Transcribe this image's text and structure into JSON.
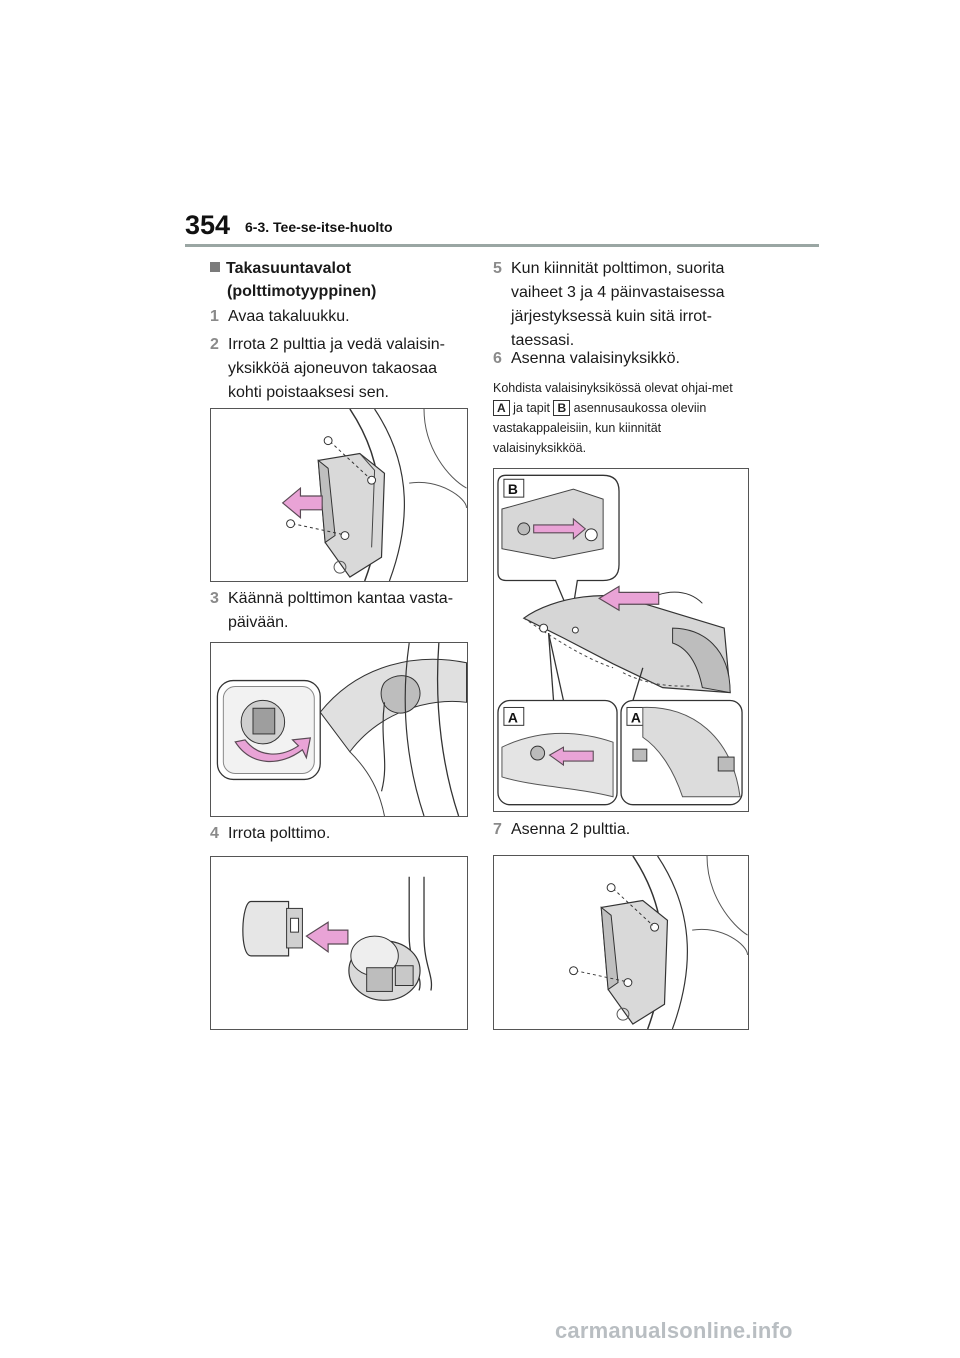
{
  "header": {
    "page_number": "354",
    "chapter": "6-3. Tee-se-itse-huolto"
  },
  "section": {
    "line1": "Takasuuntavalot",
    "line2": "(polttimotyyppinen)"
  },
  "steps": [
    {
      "num": "1",
      "text": "Avaa takaluukku."
    },
    {
      "num": "2",
      "text": "Irrota 2 pulttia ja vedä valaisin-yksikköä ajoneuvon takaosaa kohti poistaaksesi sen."
    },
    {
      "num": "3",
      "text": "Käännä polttimon kantaa vasta-päivään."
    },
    {
      "num": "4",
      "text": "Irrota polttimo."
    },
    {
      "num": "5",
      "text": "Kun kiinnität polttimon, suorita vaiheet 3 ja 4 päinvastaisessa järjestyksessä kuin sitä irrot-taessasi."
    },
    {
      "num": "6",
      "text": "Asenna valaisinyksikkö."
    },
    {
      "num": "7",
      "text": "Asenna 2 pulttia."
    }
  ],
  "note": {
    "part1": "Kohdista valaisinyksikössä olevat ohjai-met",
    "label_a": "A",
    "part2": "ja tapit",
    "label_b": "B",
    "part3": "asennusaukossa oleviin vastakappaleisiin, kun kiinnität valaisinyksikköä."
  },
  "figure_labels": {
    "a": "A",
    "b": "B"
  },
  "watermark": "carmanualsonline.info",
  "colors": {
    "arrow_fill": "#e9a3d6",
    "arrow_stroke": "#5a4a55",
    "rule": "#9aa6a3"
  }
}
